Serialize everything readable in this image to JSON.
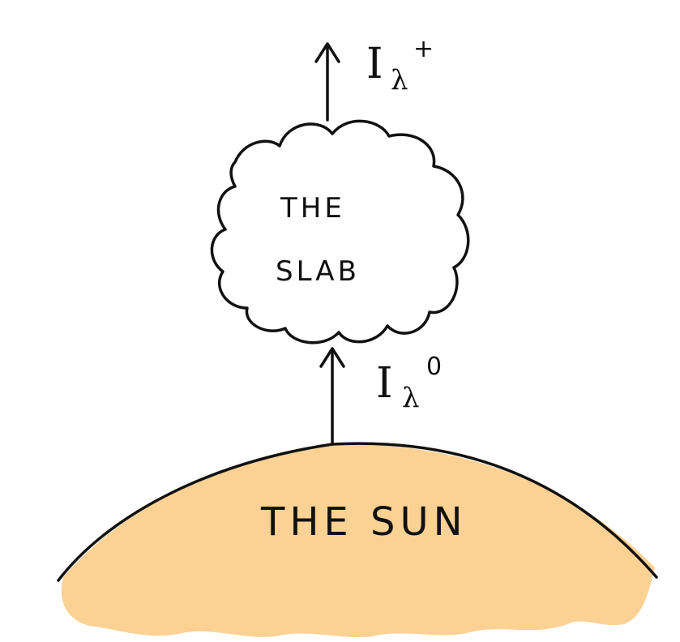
{
  "diagram": {
    "slab_label_line1": "THE",
    "slab_label_line2": "SLAB",
    "sun_label": "THE SUN",
    "top_intensity": {
      "symbol": "I",
      "subscript": "λ",
      "superscript": "+"
    },
    "bottom_intensity": {
      "symbol": "I",
      "subscript": "λ",
      "superscript": "0"
    },
    "colors": {
      "sun_fill": "#fbd294",
      "ink": "#111111"
    }
  }
}
